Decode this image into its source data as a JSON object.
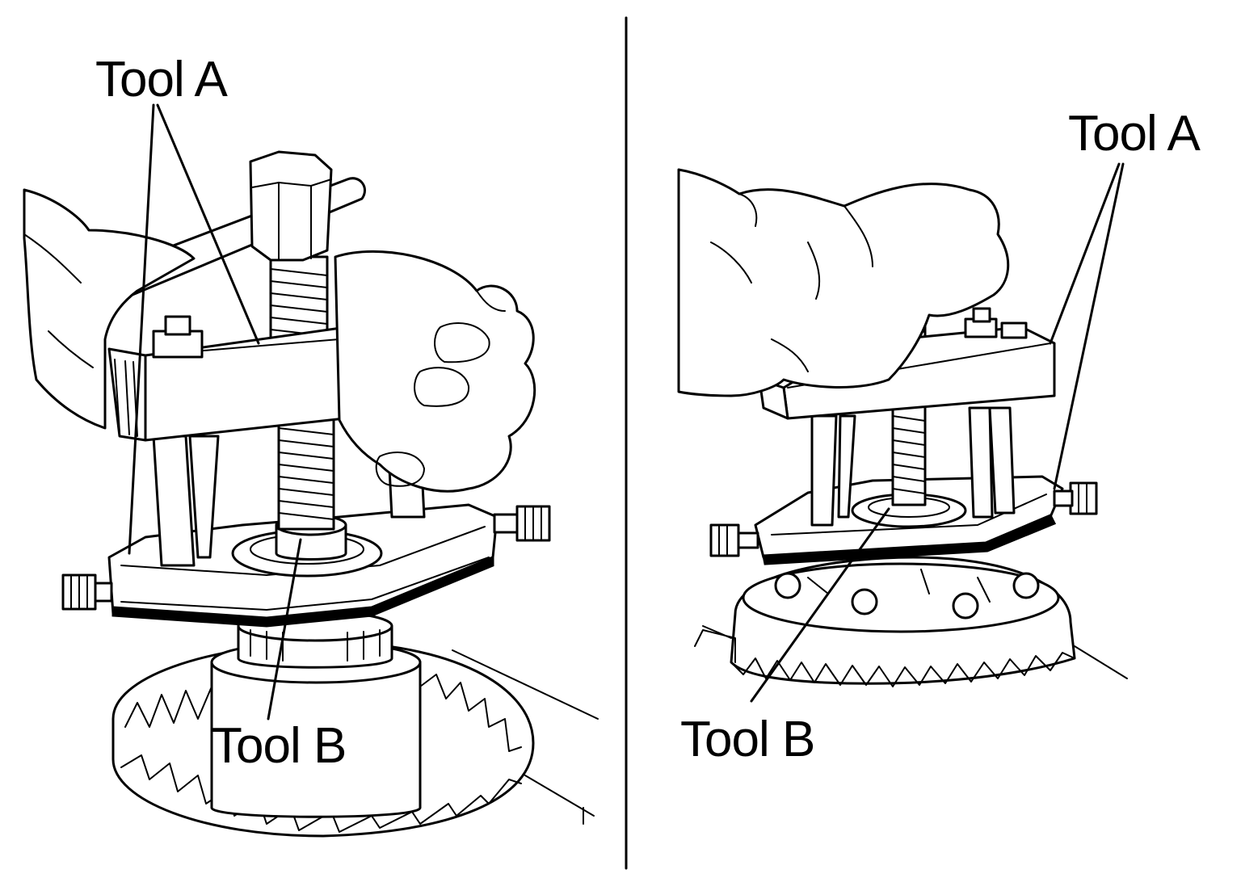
{
  "left_panel": {
    "tool_a_label": "Tool A",
    "tool_b_label": "Tool B"
  },
  "right_panel": {
    "tool_a_label": "Tool A",
    "tool_b_label": "Tool B"
  },
  "colors": {
    "ink": "#000000",
    "paper": "#ffffff"
  }
}
